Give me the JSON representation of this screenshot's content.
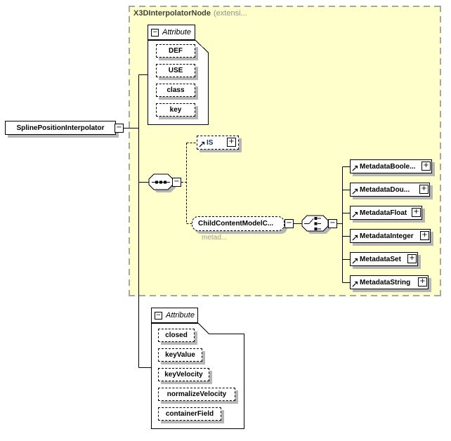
{
  "diagram": {
    "root_element": {
      "label": "SplinePositionInterpolator"
    },
    "base_type": {
      "name": "X3DInterpolatorNode",
      "suffix": "(extensi..."
    },
    "top_attribute_group": {
      "label": "Attribute",
      "items": [
        {
          "label": "DEF"
        },
        {
          "label": "USE"
        },
        {
          "label": "class"
        },
        {
          "label": "key"
        }
      ]
    },
    "is_element": {
      "label": "IS"
    },
    "child_content_group": {
      "label": "ChildContentModelC...",
      "annotation": "metad..."
    },
    "metadata_elements": [
      {
        "label": "MetadataBoole..."
      },
      {
        "label": "MetadataDou..."
      },
      {
        "label": "MetadataFloat"
      },
      {
        "label": "MetadataInteger"
      },
      {
        "label": "MetadataSet"
      },
      {
        "label": "MetadataString"
      }
    ],
    "bottom_attribute_group": {
      "label": "Attribute",
      "items": [
        {
          "label": "closed"
        },
        {
          "label": "keyValue"
        },
        {
          "label": "keyVelocity"
        },
        {
          "label": "normalizeVelocity"
        },
        {
          "label": "containerField"
        }
      ]
    },
    "colors": {
      "container_fill": "#ffffcb",
      "container_border": "#a6a6a6",
      "box_shadow": "#b6b6b6",
      "is_text": "#17375e",
      "annotation_text": "#9a9a9a"
    }
  },
  "icons": {
    "collapse": "−",
    "expand": "+"
  }
}
